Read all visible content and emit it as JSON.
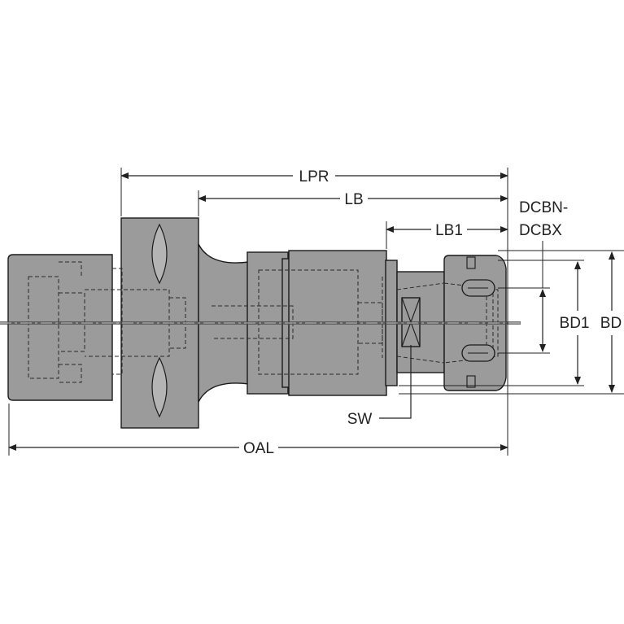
{
  "labels": {
    "lpr": "LPR",
    "lb": "LB",
    "lb1": "LB1",
    "dcbn_line1": "DCBN-",
    "dcbn_line2": "DCBX",
    "bd1": "BD1",
    "bd": "BD",
    "sw": "SW",
    "oal": "OAL"
  },
  "colors": {
    "body_fill": "#9b9b9b",
    "centerline": "#4a4a4a",
    "line": "#222222",
    "background": "#ffffff"
  }
}
